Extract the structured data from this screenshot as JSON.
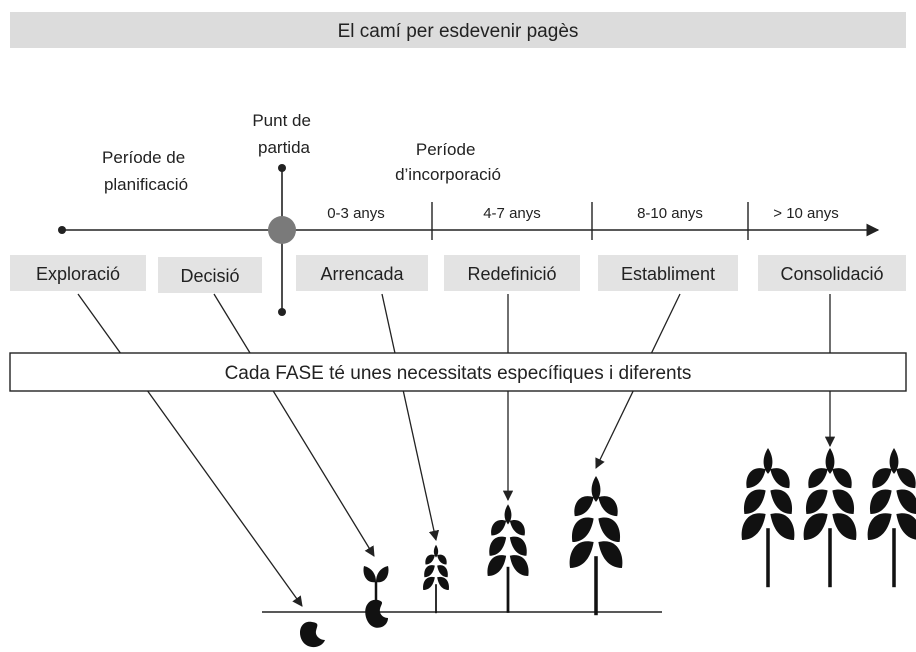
{
  "title": "El camí per esdevenir pagès",
  "timeline": {
    "planning_label": [
      "Període de",
      "planificació"
    ],
    "start_label": [
      "Punt de",
      "partida"
    ],
    "incorporation_label": [
      "Període",
      "d’incorporació"
    ],
    "periods": [
      "0-3 anys",
      "4-7 anys",
      "8-10 anys",
      "> 10 anys"
    ]
  },
  "phases": [
    "Exploració",
    "Decisió",
    "Arrencada",
    "Redefinició",
    "Establiment",
    "Consolidació"
  ],
  "banner": "Cada FASE té unes necessitats específiques i diferents",
  "colors": {
    "title_bg": "#dcdcdc",
    "phase_bg": "#e3e3e3",
    "start_dot": "#7a7a7a",
    "ink": "#111111"
  },
  "icons": [
    "seed-icon",
    "sprout-icon",
    "wheat-icon"
  ]
}
